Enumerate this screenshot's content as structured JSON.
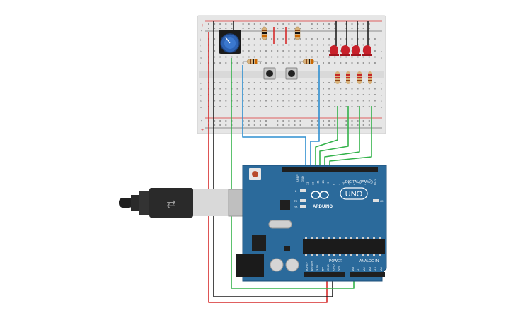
{
  "board": {
    "brand": "ARDUINO",
    "model": "UNO",
    "digital_header": "DIGITAL (PWM~)",
    "power_label": "POWER",
    "analog_label": "ANALOG IN",
    "on_label": "ON",
    "tx_label": "TX",
    "rx_label": "RX",
    "l_label": "L",
    "aref_label": "AREF",
    "gnd_label": "GND",
    "pins_digital": [
      "13",
      "12",
      "~11",
      "~10",
      "~9",
      "8",
      "7",
      "~6",
      "~5",
      "4",
      "~3",
      "2",
      "TX 1",
      "RX 0"
    ],
    "pins_power": [
      "IOREF",
      "RESET",
      "3.3V",
      "5V",
      "GND",
      "GND",
      "Vin"
    ],
    "pins_analog": [
      "A0",
      "A1",
      "A2",
      "A3",
      "A4",
      "A5"
    ]
  },
  "breadboard": {
    "row_letters_top": [
      "j",
      "i",
      "h",
      "g",
      "f"
    ],
    "row_letters_bottom": [
      "e",
      "d",
      "c",
      "b",
      "a"
    ],
    "plus": "+",
    "minus": "-"
  },
  "colors": {
    "board": "#2b6a9b",
    "wire_blue": "#2f8fd0",
    "wire_green": "#33b24a",
    "wire_red": "#d62b2b",
    "wire_black": "#1e1e1e",
    "led_red": "#c8202a",
    "pot_knob": "#2d62b3"
  }
}
